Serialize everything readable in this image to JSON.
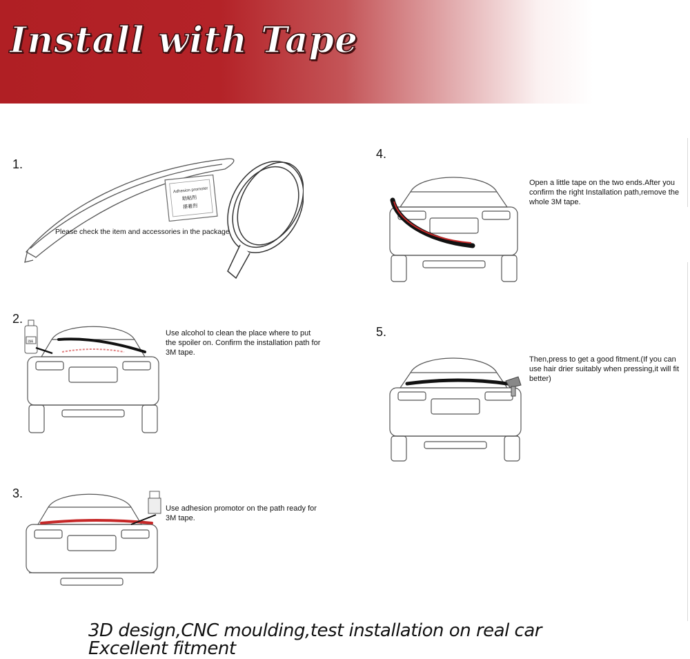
{
  "header": {
    "title": "Install with Tape"
  },
  "steps": [
    {
      "number": "1.",
      "caption": "Please check  the item and accessories in the package",
      "package_label_lines": [
        "Adhesion promoter",
        "助粘剂",
        "搽着剂"
      ]
    },
    {
      "number": "2.",
      "caption": "Use alcohol to clean the place where to put the spoiler on. Confirm the installation path for 3M tape.",
      "bottle_label": "酒精"
    },
    {
      "number": "3.",
      "caption": "Use adhesion promotor on the path ready for 3M tape."
    },
    {
      "number": "4.",
      "caption": "Open a little tape on the two ends.After you confirm the right Installation path,remove the whole 3M tape."
    },
    {
      "number": "5.",
      "caption": "Then,press to get a good fitment.(If you can use hair drier suitably when pressing,it will fit better)"
    }
  ],
  "footer": {
    "line1": "3D design,CNC moulding,test installation on real car",
    "line2": "Excellent fitment"
  },
  "colors": {
    "banner_red": "#b01f24",
    "spoiler_red": "#c62828",
    "spoiler_black": "#111111"
  }
}
